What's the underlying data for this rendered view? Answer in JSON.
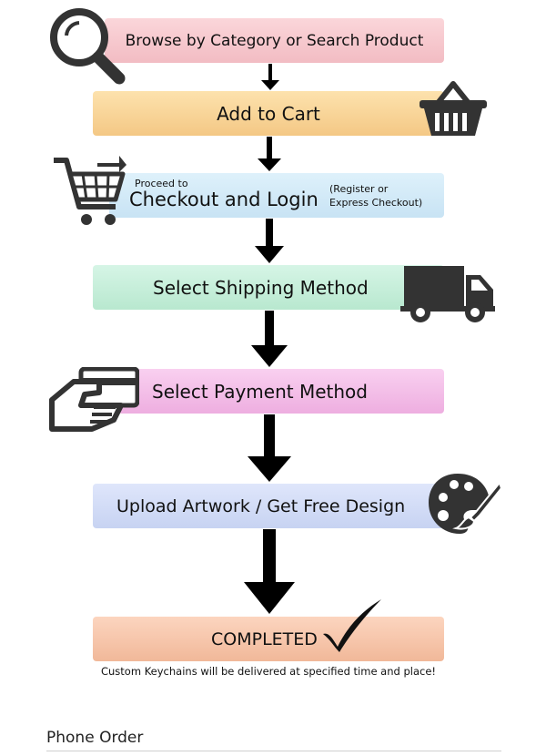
{
  "flow": {
    "steps": [
      {
        "label": "Browse by Category or Search Product"
      },
      {
        "label": "Add to Cart"
      },
      {
        "label_small": "Proceed to",
        "label": "Checkout and Login",
        "side_note": "(Register or\nExpress Checkout)"
      },
      {
        "label": "Select Shipping Method"
      },
      {
        "label": "Select Payment Method"
      },
      {
        "label": "Upload Artwork / Get Free Design"
      },
      {
        "label": "COMPLETED"
      }
    ],
    "note": "Custom Keychains will be delivered at specified time and place!"
  },
  "footer": {
    "heading": "Phone Order"
  },
  "icons": [
    "search-icon",
    "basket-icon",
    "cart-icon",
    "truck-icon",
    "card-in-hand-icon",
    "palette-icon",
    "checkmark-icon",
    "arrow-icon"
  ],
  "colors": {
    "step1": "#f2bcc3",
    "step2": "#f4c885",
    "step3": "#c8e3f4",
    "step4": "#b8e8cf",
    "step5": "#eeaee0",
    "step6": "#c7d3f2",
    "step7": "#f1b899",
    "icon": "#333333"
  }
}
